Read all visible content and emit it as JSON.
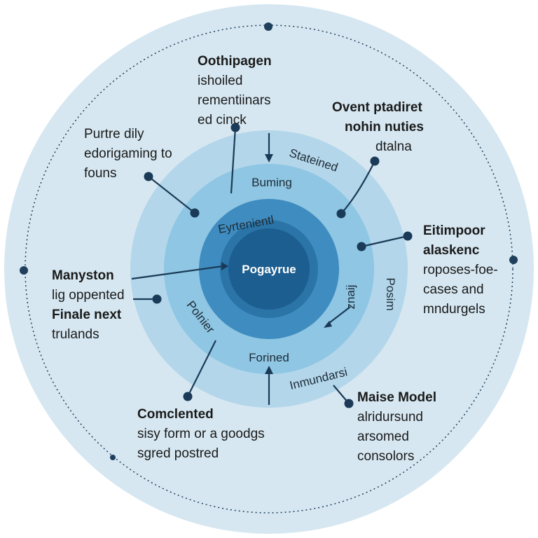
{
  "colors": {
    "outer_disc": "#d6e7f1",
    "outer_dots": "#1f3f5c",
    "ring1": "#b3d6ea",
    "ring2": "#8ec6e3",
    "ring3": "#5aa7d3",
    "ring4": "#3b86b9",
    "core": "#1d5e90",
    "line": "#1b3a57"
  },
  "center": {
    "label": "Pogayrue"
  },
  "rings": {
    "r1_top": "Stateined",
    "r1_right": "Posim",
    "r1_bottom": "Inmundarsi",
    "r2_top": "Buming",
    "r2_left": "Polnier",
    "r2_right": "znaij",
    "r2_bottom": "Forined",
    "r3_top": "Eyrtenientl"
  },
  "callouts": {
    "top_center": {
      "lines": [
        "Oothipagen",
        "ishoiled",
        "rementiinars",
        "ed cinck"
      ]
    },
    "top_left": {
      "lines": [
        "Purtre dily",
        "edorigaming to",
        "founs"
      ]
    },
    "top_right": {
      "lines": [
        "Ovent ptadiret",
        "nohin nuties",
        "dtalna"
      ]
    },
    "right": {
      "lines": [
        "Eitimpoor",
        "alaskenc",
        "roposes-foe-",
        "cases and",
        "mndurgels"
      ]
    },
    "left": {
      "lines": [
        "Manyston",
        "lig oppented",
        "Finale next",
        "trulands"
      ]
    },
    "bottom_left": {
      "lines": [
        "Comclented",
        "sisy form or a goodgs",
        "sgred postred"
      ]
    },
    "bottom_right": {
      "lines": [
        "Maise Model",
        "alridursund",
        "arsomed",
        "consolors"
      ]
    }
  }
}
